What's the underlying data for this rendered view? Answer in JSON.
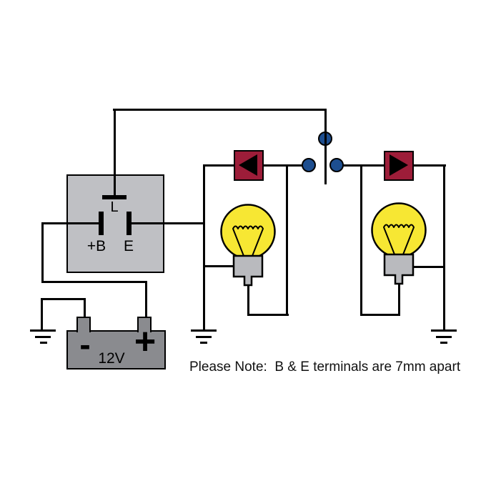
{
  "diagram": {
    "relay": {
      "terminal_l_label": "L",
      "terminal_b_label": "+B",
      "terminal_e_label": "E"
    },
    "battery": {
      "voltage_label": "12V",
      "negative_label": "-",
      "positive_label": "+"
    },
    "note_text": "Please Note:  B & E terminals are 7mm apart"
  },
  "icons": {
    "diode_left": "left-pointing-triangle",
    "diode_right": "right-pointing-triangle",
    "bulb": "incandescent-lamp",
    "ground": "three-bar-earth",
    "switch": "toggle-contact-dots"
  },
  "colors": {
    "background": "#ffffff",
    "wire": "#000000",
    "relay_fill": "#bfc0c4",
    "battery_fill": "#8a8b8f",
    "bulb_glass": "#f7e733",
    "bulb_base": "#b9babe",
    "diode_fill": "#9d1d39",
    "contact_fill": "#1d4e8f"
  }
}
